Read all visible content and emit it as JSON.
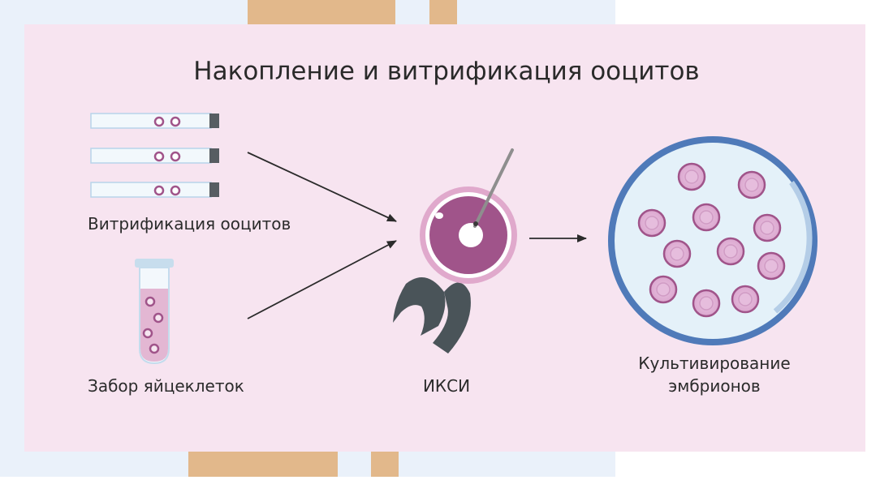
{
  "title": "Накопление и витрификация ооцитов",
  "labels": {
    "vitrification": "Витрификация ооцитов",
    "egg_retrieval": "Забор яйцеклеток",
    "icsi": "ИКСИ",
    "embryo_culture_line1": "Культивирование",
    "embryo_culture_line2": "эмбрионов"
  },
  "colors": {
    "panel": "#f7e4f0",
    "bg_blue": "#eaf1fa",
    "tan": "#e2b88b",
    "oocyte": "#a0548a",
    "zona": "#e0a9cc",
    "dish_rim": "#4f7ab9",
    "dish_fill": "#e4f1f9",
    "embryo": "#e4b4d9",
    "holder": "#4a5459"
  }
}
